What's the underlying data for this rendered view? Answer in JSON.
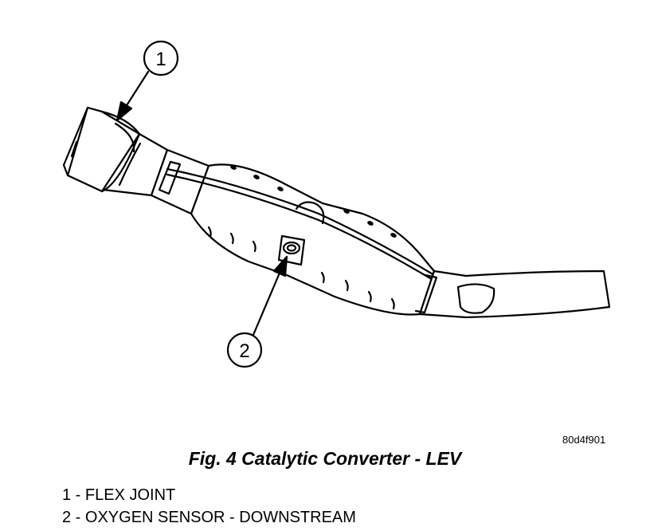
{
  "figure": {
    "id": "80d4f901",
    "caption": "Fig. 4 Catalytic Converter - LEV"
  },
  "callouts": [
    {
      "number": "1",
      "label": "FLEX JOINT"
    },
    {
      "number": "2",
      "label": "OXYGEN SENSOR - DOWNSTREAM"
    }
  ],
  "legend": [
    {
      "number": "1",
      "separator": " - ",
      "label": "FLEX JOINT"
    },
    {
      "number": "2",
      "separator": " - ",
      "label": "OXYGEN SENSOR - DOWNSTREAM"
    }
  ]
}
